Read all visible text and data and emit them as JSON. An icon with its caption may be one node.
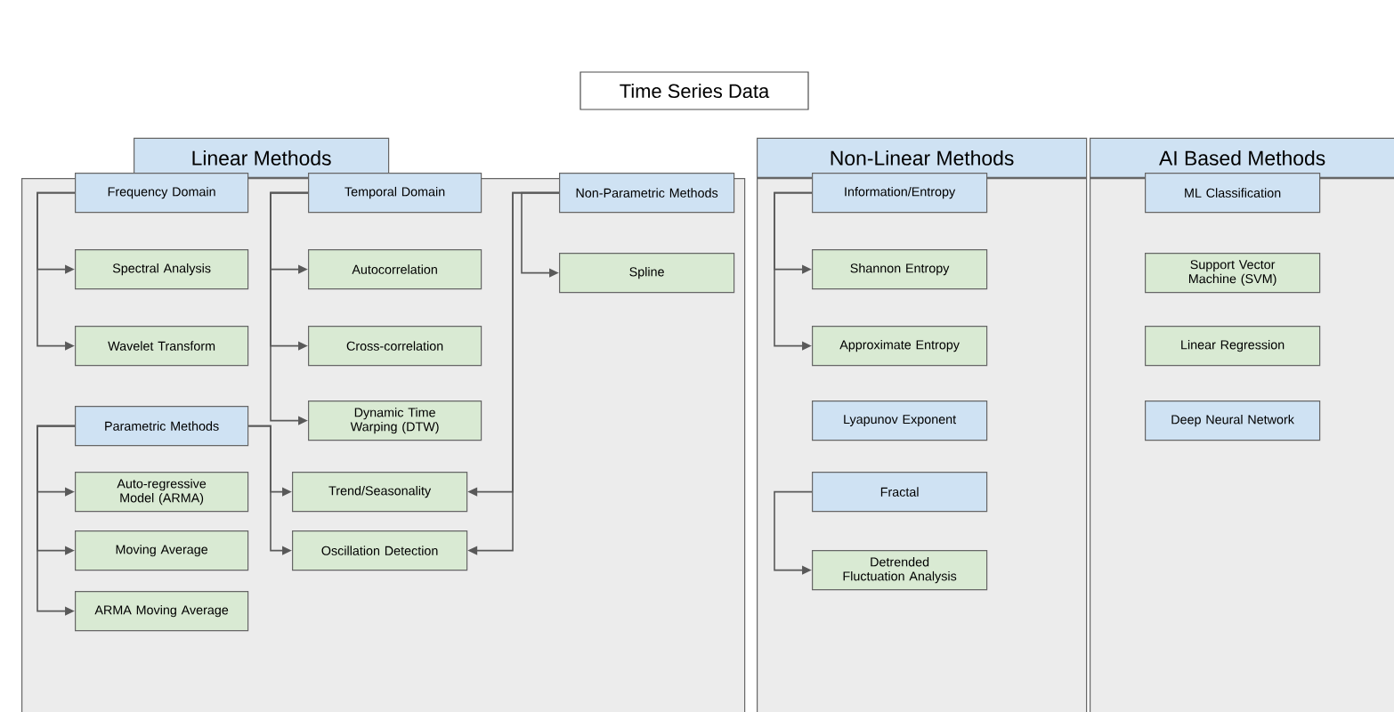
{
  "diagram": {
    "title": "Time Series Data",
    "nodes": [
      {
        "text": [
          "Linear Methods"
        ]
      },
      {
        "text": [
          "Frequency Domain"
        ],
        "in": 0
      },
      {
        "text": [
          "Spectral Analysis"
        ],
        "in": 0
      },
      {
        "text": [
          "Wavelet Transform"
        ],
        "in": 0
      },
      {
        "text": [
          "Temporal Domain"
        ],
        "in": 0
      },
      {
        "text": [
          "Autocorrelation"
        ],
        "in": 0
      },
      {
        "text": [
          "Cross-correlation"
        ],
        "in": 0
      },
      {
        "text": [
          "Dynamic Time Warping (DTW)"
        ],
        "in": 0
      },
      {
        "text": [
          "Non-Parametric Methods"
        ],
        "in": 0
      },
      {
        "text": [
          "Spline"
        ],
        "in": 0
      },
      {
        "text": [
          "Parametric Methods"
        ],
        "in": 0
      },
      {
        "text": [
          "Auto-regressive Model (ARMA)"
        ],
        "in": 0
      },
      {
        "text": [
          "Moving Average"
        ],
        "in": 0
      },
      {
        "text": [
          "ARMA Moving Average"
        ],
        "in": 0
      },
      {
        "text": [
          "Trend/Seasonality"
        ],
        "in": 0
      },
      {
        "text": [
          "Oscillation Detection"
        ],
        "in": 0
      },
      {
        "text": [
          "Non-Linear Methods"
        ]
      },
      {
        "text": [
          "Information/Entropy"
        ],
        "in": 16
      },
      {
        "text": [
          "Shannon Entropy"
        ],
        "in": 16
      },
      {
        "text": [
          "Approximate Entropy"
        ],
        "in": 16
      },
      {
        "text": [
          "Lyapunov Exponent"
        ],
        "in": 16
      },
      {
        "text": [
          "Fractal"
        ],
        "in": 16
      },
      {
        "text": [
          "Detrended Fluctuation Analysis"
        ],
        "in": 16
      },
      {
        "text": [
          "AI Based Methods"
        ]
      },
      {
        "text": [
          "ML Classification"
        ],
        "in": 23
      },
      {
        "text": [
          "Support Vector Machine (SVM)"
        ],
        "in": 23
      },
      {
        "text": [
          "Linear Regression"
        ],
        "in": 23
      },
      {
        "text": [
          "Deep Neural Network"
        ],
        "in": 23
      }
    ],
    "edges": [
      {
        "from": 1,
        "to": 2,
        "arrow": "to"
      },
      {
        "from": 1,
        "to": 3,
        "arrow": "to"
      },
      {
        "from": 4,
        "to": 5,
        "arrow": "to"
      },
      {
        "from": 4,
        "to": 6,
        "arrow": "to"
      },
      {
        "from": 4,
        "to": 7,
        "arrow": "to"
      },
      {
        "from": 8,
        "to": 9,
        "arrow": "to"
      },
      {
        "from": 8,
        "to": 14,
        "arrow": "to"
      },
      {
        "from": 8,
        "to": 15,
        "arrow": "to"
      },
      {
        "from": 10,
        "to": 11,
        "arrow": "to"
      },
      {
        "from": 10,
        "to": 12,
        "arrow": "to"
      },
      {
        "from": 10,
        "to": 13,
        "arrow": "to"
      },
      {
        "from": 10,
        "to": 14,
        "arrow": "to"
      },
      {
        "from": 10,
        "to": 15,
        "arrow": "to"
      },
      {
        "from": 17,
        "to": 18,
        "arrow": "to"
      },
      {
        "from": 17,
        "to": 19,
        "arrow": "to"
      },
      {
        "from": 21,
        "to": 22,
        "arrow": "to"
      }
    ]
  }
}
